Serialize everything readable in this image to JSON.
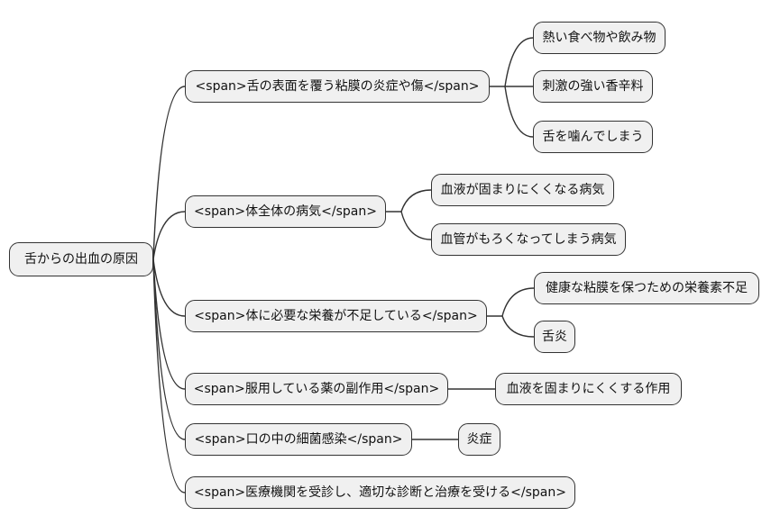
{
  "diagram": {
    "type": "mindmap",
    "root": {
      "label": "舌からの出血の原因"
    },
    "branches": [
      {
        "label": "<span>舌の表面を覆う粘膜の炎症や傷</span>",
        "children": [
          "熱い食べ物や飲み物",
          "刺激の強い香辛料",
          "舌を噛んでしまう"
        ]
      },
      {
        "label": "<span>体全体の病気</span>",
        "children": [
          "血液が固まりにくくなる病気",
          "血管がもろくなってしまう病気"
        ]
      },
      {
        "label": "<span>体に必要な栄養が不足している</span>",
        "children": [
          "健康な粘膜を保つための栄養素不足",
          "舌炎"
        ]
      },
      {
        "label": "<span>服用している薬の副作用</span>",
        "children": [
          "血液を固まりにくくする作用"
        ]
      },
      {
        "label": "<span>口の中の細菌感染</span>",
        "children": [
          "炎症"
        ]
      },
      {
        "label": "<span>医療機関を受診し、適切な診断と治療を受ける</span>",
        "children": []
      }
    ],
    "colors": {
      "node_fill": "#f0f0f0",
      "node_border": "#333333",
      "line": "#333333",
      "text": "#111111",
      "background": "#ffffff"
    }
  }
}
